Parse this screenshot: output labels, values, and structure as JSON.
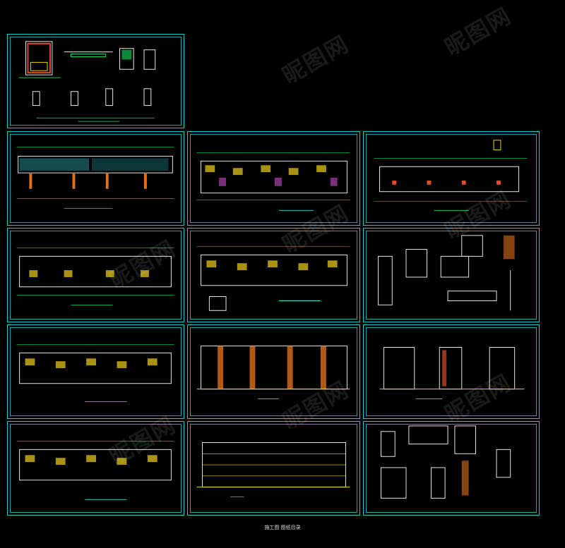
{
  "footer": {
    "caption": "施工图 图纸目录"
  },
  "watermark": {
    "text": "昵图网",
    "color": "#ffffff"
  },
  "colors": {
    "background": "#000000",
    "frame": "#19c8c8",
    "grid": "#19e05f",
    "wall": "#e8e8e8",
    "accent_yellow": "#f2d21b",
    "accent_red": "#e24a2a",
    "accent_magenta": "#d14bd1",
    "accent_orange": "#e0701a",
    "accent_cyan": "#37d7e0"
  },
  "sheets": [
    {
      "id": "sheet-detail-1",
      "kind": "detail"
    },
    {
      "id": "sheet-plan-foundation",
      "kind": "plan"
    },
    {
      "id": "sheet-plan-ground",
      "kind": "plan-dense"
    },
    {
      "id": "sheet-plan-roof",
      "kind": "plan-roof"
    },
    {
      "id": "sheet-plan-typical",
      "kind": "plan"
    },
    {
      "id": "sheet-plan-upper",
      "kind": "plan-dense"
    },
    {
      "id": "sheet-details-2",
      "kind": "details"
    },
    {
      "id": "sheet-plan-3",
      "kind": "plan-dense"
    },
    {
      "id": "sheet-elevation-front",
      "kind": "elevation"
    },
    {
      "id": "sheet-sections",
      "kind": "sections"
    },
    {
      "id": "sheet-plan-4",
      "kind": "plan-dense"
    },
    {
      "id": "sheet-elevation-back",
      "kind": "elevation-back"
    },
    {
      "id": "sheet-details-3",
      "kind": "details"
    }
  ]
}
